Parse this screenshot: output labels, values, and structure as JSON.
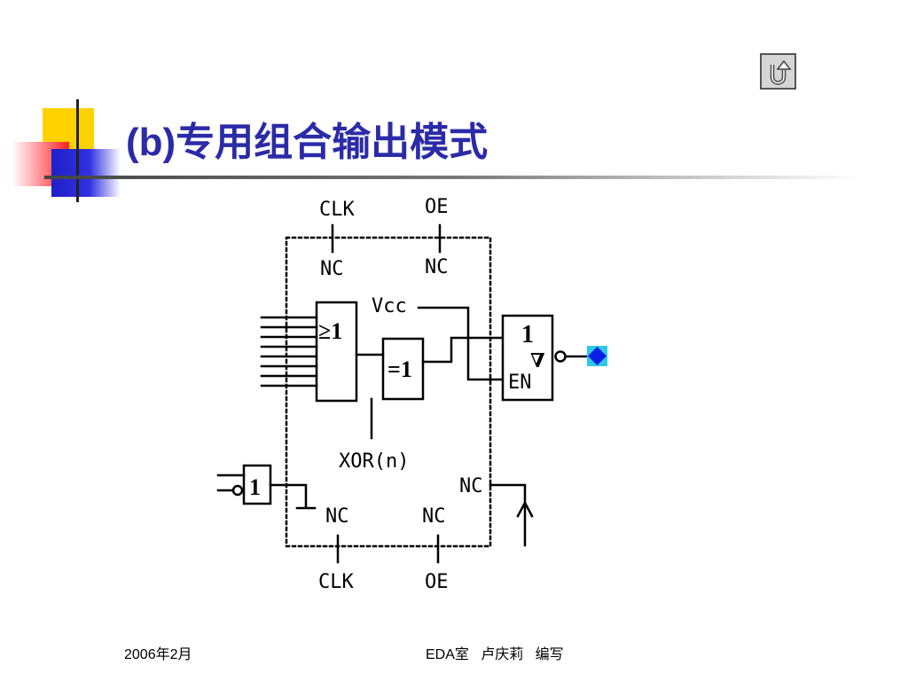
{
  "slide": {
    "title": "(b)专用组合输出模式",
    "return_icon": "return-arrow-icon"
  },
  "diagram": {
    "labels": {
      "clk_top": "CLK",
      "oe_top": "OE",
      "nc_top_left": "NC",
      "nc_top_right": "NC",
      "vcc": "Vcc",
      "or_gate": "≥1",
      "xor_gate": "=1",
      "buffer": "1",
      "triangle": "∇",
      "en": "EN",
      "xor_n": "XOR(n)",
      "inverter": "1",
      "nc_right": "NC",
      "nc_bottom_left": "NC",
      "nc_bottom_right": "NC",
      "clk_bottom": "CLK",
      "oe_bottom": "OE"
    },
    "colors": {
      "output_pin_fill": "#0a1ee6",
      "output_pin_bg": "#2ec8e8"
    }
  },
  "footer": {
    "date": "2006年2月",
    "author": "EDA室   卢庆莉   编写"
  },
  "decor_colors": {
    "title": "#2b2ba8",
    "yellow": "#ffd200",
    "red": "#ff2020",
    "blue": "#2020c8"
  }
}
